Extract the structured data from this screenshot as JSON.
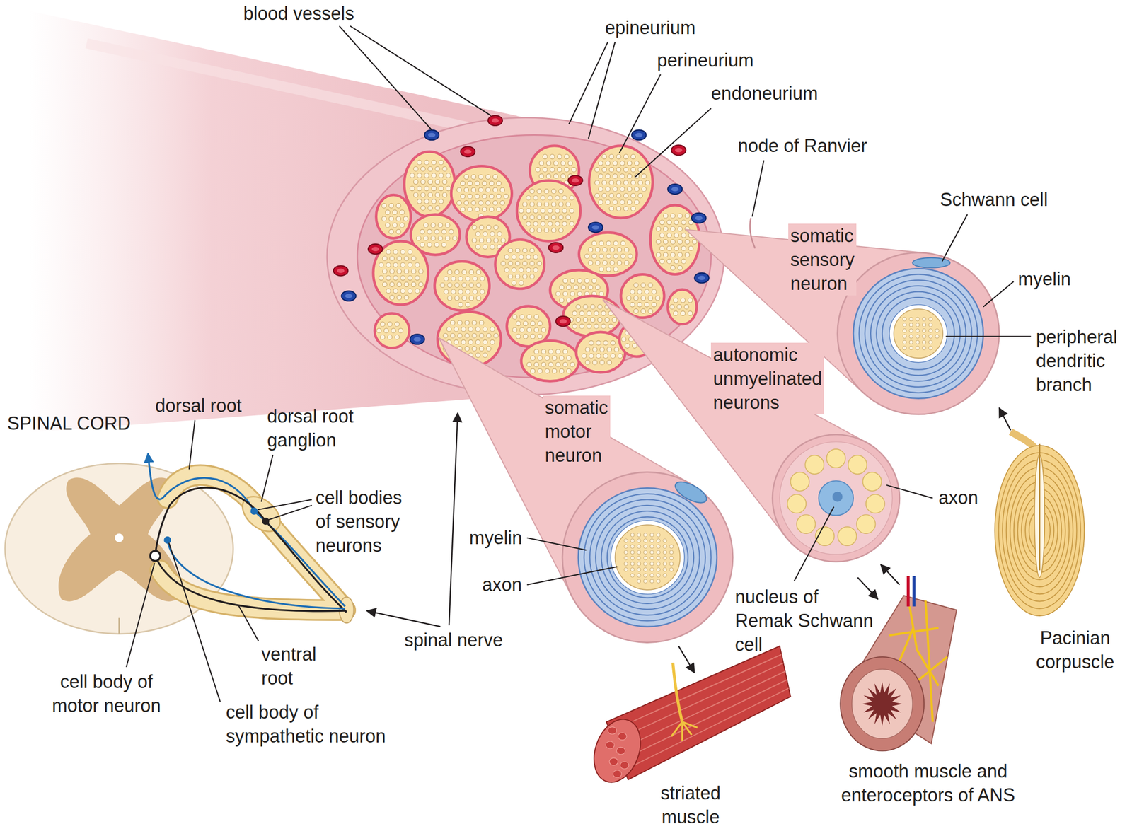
{
  "diagram": {
    "labels": [
      "blood vessels",
      "epineurium",
      "perineurium",
      "endoneurium",
      "node of Ranvier",
      "Schwann cell",
      "somatic sensory neuron",
      "myelin",
      "peripheral dendritic branch",
      "autonomic unmyelinated neurons",
      "SPINAL CORD",
      "dorsal root",
      "dorsal root ganglion",
      "somatic motor neuron",
      "cell bodies of sensory neurons",
      "axon",
      "myelin",
      "axon",
      "nucleus of Remak Schwann cell",
      "spinal nerve",
      "ventral root",
      "cell body of motor neuron",
      "cell body of sympathetic neuron",
      "Pacinian corpuscle",
      "smooth muscle and enteroceptors of ANS",
      "striated muscle"
    ]
  }
}
